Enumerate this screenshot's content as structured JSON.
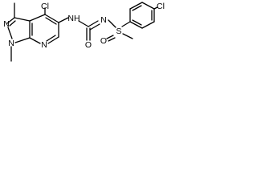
{
  "molecule": {
    "atom_labels": {
      "cl_ring": "Cl",
      "cl_phenyl": "Cl",
      "n_pyrazole_top": "N",
      "n_pyrazole_bottom": "N",
      "n_pyridine": "N",
      "nh": "NH",
      "n_imino": "N",
      "o_carbonyl": "O",
      "s": "S",
      "o_sulfoxide": "O"
    },
    "ring_count": 3,
    "colors": {
      "bond": "#000000",
      "label": "#000000",
      "background": "#ffffff"
    }
  }
}
